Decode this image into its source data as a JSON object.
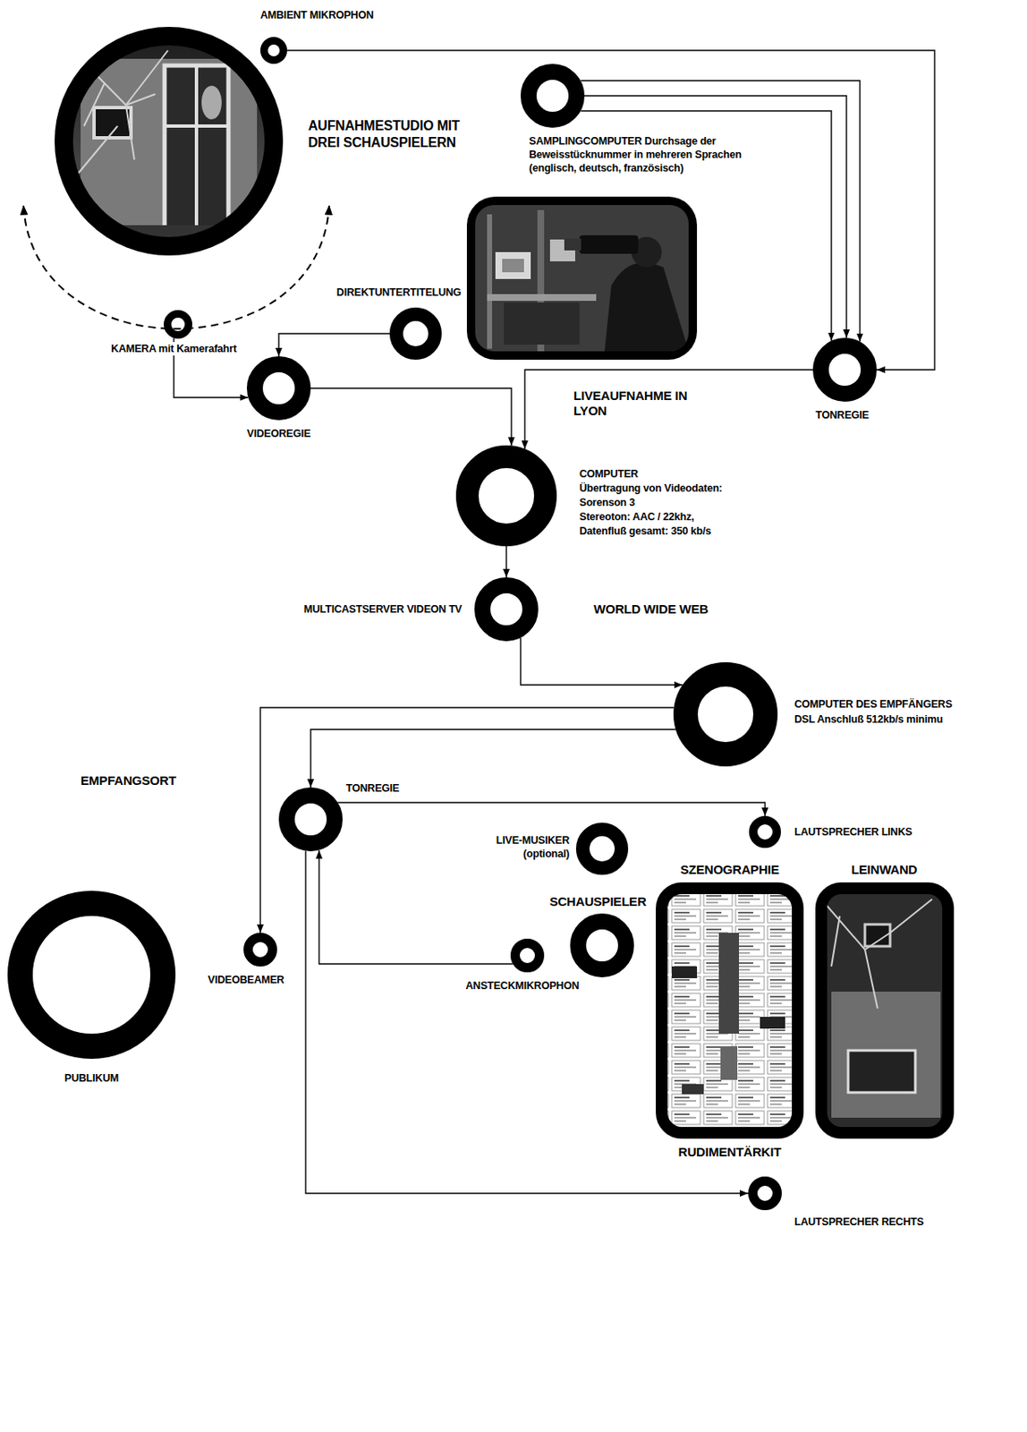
{
  "diagram": {
    "nodes": [
      {
        "text": [
          "AMBIENT MIKROPHON"
        ]
      },
      {
        "text": [
          "SAMPLINGCOMPUTER Durchsage der Beweisstücknummer in mehreren Sprachen (englisch, deutsch, französisch)"
        ]
      },
      {
        "text": [
          "AUFNAHMESTUDIO MIT DREI SCHAUSPIELERN"
        ]
      },
      {
        "text": [
          "DIREKTUNTERTITELUNG"
        ]
      },
      {
        "text": [
          "KAMERA mit Kamerafahrt"
        ]
      },
      {
        "text": [
          "TONREGIE"
        ]
      },
      {
        "text": [
          "VIDEOREGIE"
        ]
      },
      {
        "text": [
          "COMPUTER",
          "Übertragung von Videodaten:",
          "Sorenson 3",
          "Stereoton: AAC / 22khz,",
          "Datenfluß gesamt: 350 kb/s"
        ]
      },
      {
        "text": [
          "MULTICASTSERVER VIDEON TV"
        ]
      },
      {
        "text": [
          "COMPUTER DES EMPFÄNGERS",
          "DSL Anschluß 512kb/s minimu"
        ]
      },
      {
        "text": [
          "TONREGIE"
        ]
      },
      {
        "text": [
          "LIVE-MUSIKER (optional)"
        ]
      },
      {
        "text": [
          "LAUTSPRECHER LINKS"
        ]
      },
      {
        "text": [
          "SZENOGRAPHIE",
          "RUDIMENTÄRKIT"
        ]
      },
      {
        "text": [
          "LEINWAND"
        ]
      },
      {
        "text": [
          "PUBLIKUM"
        ]
      },
      {
        "text": [
          "VIDEOBEAMER"
        ]
      },
      {
        "text": [
          "SCHAUSPIELER"
        ]
      },
      {
        "text": [
          "ANSTECKMIKROPHON"
        ]
      },
      {
        "text": [
          "LAUTSPRECHER RECHTS"
        ]
      }
    ],
    "edges": [
      {
        "from": 0,
        "to": 5,
        "arrow": "to"
      },
      {
        "from": 1,
        "to": 5,
        "arrow": "to"
      },
      {
        "from": 1,
        "to": 5,
        "arrow": "to"
      },
      {
        "from": 1,
        "to": 5,
        "arrow": "to"
      },
      {
        "from": 4,
        "to": 6,
        "arrow": "to"
      },
      {
        "from": 3,
        "to": 6,
        "arrow": "to"
      },
      {
        "from": 6,
        "to": 7,
        "arrow": "to"
      },
      {
        "from": 5,
        "to": 7,
        "arrow": "to"
      },
      {
        "from": 7,
        "to": 8,
        "arrow": "to"
      },
      {
        "from": 8,
        "to": 9,
        "arrow": "to"
      },
      {
        "from": 9,
        "to": 16,
        "arrow": "to"
      },
      {
        "from": 9,
        "to": 10,
        "arrow": "to"
      },
      {
        "from": 10,
        "to": 12,
        "arrow": "to"
      },
      {
        "from": 10,
        "to": 19,
        "arrow": "to"
      },
      {
        "from": 18,
        "to": 10,
        "arrow": "to"
      }
    ],
    "labels": [
      "LIVEAUFNAHME IN LYON",
      "WORLD WIDE WEB",
      "EMPFANGSORT"
    ]
  }
}
